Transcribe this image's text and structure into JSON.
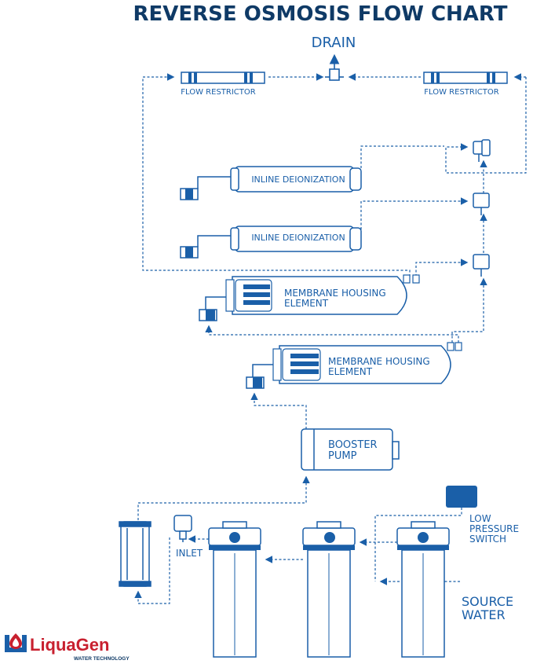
{
  "title": "REVERSE OSMOSIS FLOW CHART",
  "labels": {
    "drain": "DRAIN",
    "flow_restrictor_left": "FLOW RESTRICTOR",
    "flow_restrictor_right": "FLOW RESTRICTOR",
    "inline_deionization_1": "INLINE DEIONIZATION",
    "inline_deionization_2": "INLINE DEIONIZATION",
    "membrane_housing_1_line1": "MEMBRANE HOUSING",
    "membrane_housing_1_line2": "ELEMENT",
    "membrane_housing_2_line1": "MEMBRANE HOUSING",
    "membrane_housing_2_line2": "ELEMENT",
    "booster_pump_line1": "BOOSTER",
    "booster_pump_line2": "PUMP",
    "low_pressure_line1": "LOW",
    "low_pressure_line2": "PRESSURE",
    "low_pressure_line3": "SWITCH",
    "inlet": "INLET",
    "source_water_line1": "SOURCE",
    "source_water_line2": "WATER"
  },
  "logo": {
    "name": "LiquaGen",
    "tagline": "WATER TECHNOLOGY"
  },
  "colors": {
    "primary": "#1a5fa8",
    "dark": "#0f3a66",
    "brand_red": "#c8202f",
    "white": "#ffffff"
  }
}
